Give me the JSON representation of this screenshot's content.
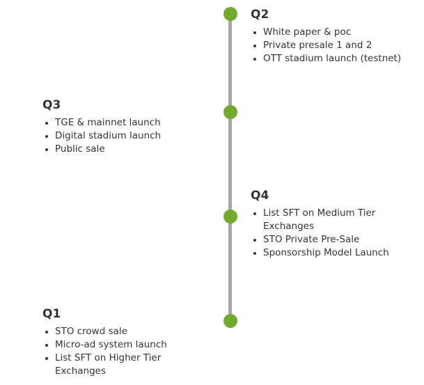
{
  "timeline": {
    "line_color": "#a6a6a6",
    "dot_color": "#73a92e",
    "milestones": [
      {
        "heading": "Q2",
        "items": [
          "White paper & poc",
          "Private presale 1 and 2",
          "OTT stadium launch (testnet)"
        ]
      },
      {
        "heading": "Q3",
        "items": [
          "TGE & mainnet launch",
          "Digital stadium launch",
          "Public sale"
        ]
      },
      {
        "heading": "Q4",
        "items": [
          "List SFT on Medium Tier Exchanges",
          "STO Private Pre-Sale",
          "Sponsorship Model Launch"
        ]
      },
      {
        "heading": "Q1",
        "items": [
          "STO crowd sale",
          "Micro-ad system launch",
          "List SFT on Higher Tier Exchanges"
        ]
      }
    ]
  }
}
